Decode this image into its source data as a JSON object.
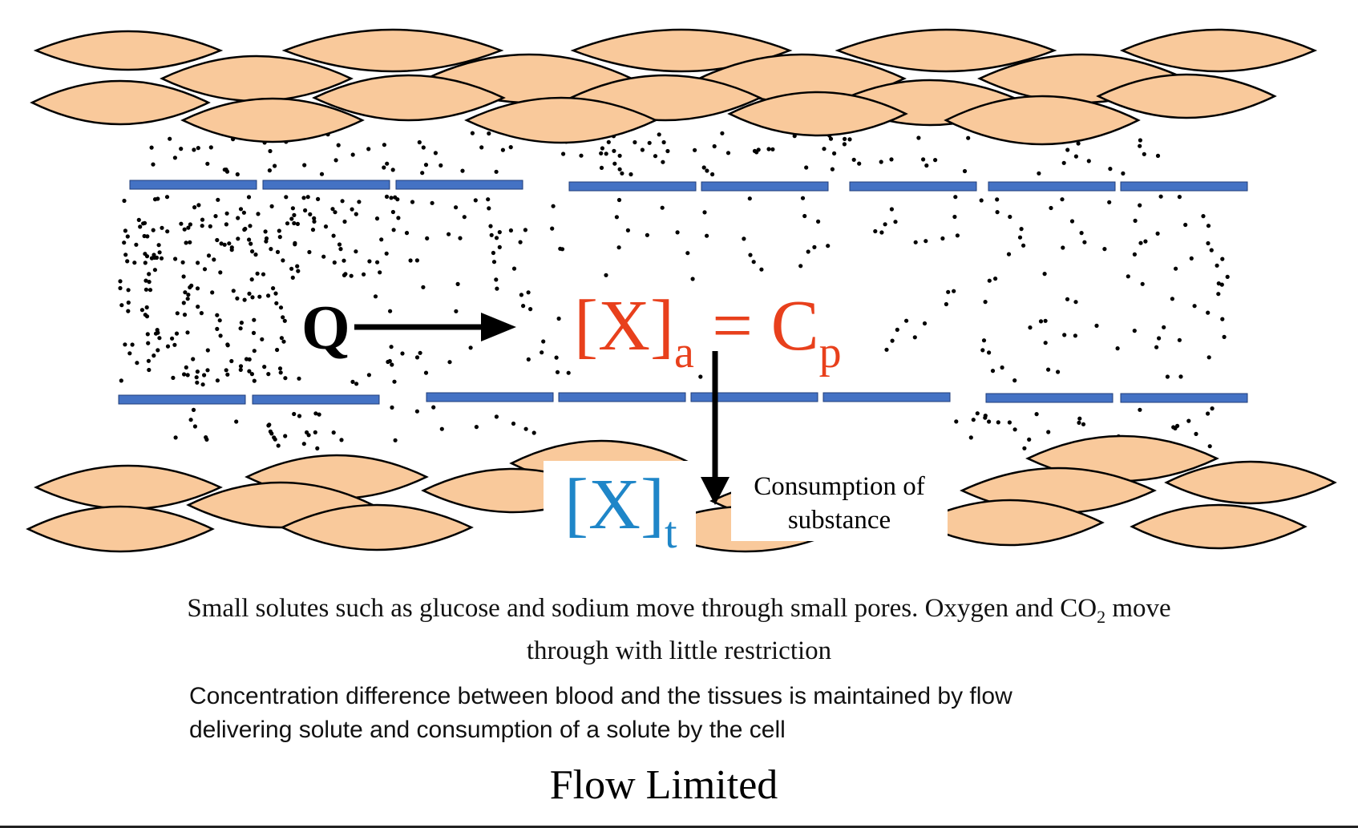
{
  "diagram": {
    "flow_label": "Q",
    "arterial_concentration": {
      "main": "[X]",
      "subscript": "a",
      "equals": " = ",
      "rhs_main": "C",
      "rhs_subscript": "p"
    },
    "tissue_concentration": {
      "main": "[X]",
      "subscript": "t"
    },
    "consumption_label_line1": "Consumption of",
    "consumption_label_line2": "substance",
    "colors": {
      "cell_fill": "#f9c99b",
      "pore_wall": "#4472c4",
      "arterial_text": "#e8401c",
      "tissue_text": "#1f86c8",
      "solute_dot": "#000000"
    }
  },
  "caption_pores": {
    "text_before": "Small solutes such as glucose and sodium move through small pores. Oxygen and CO",
    "subscript": "2",
    "text_after": " move through with little restriction"
  },
  "caption_concentration": {
    "line1": "Concentration difference between blood and the tissues is maintained by flow",
    "line2": "delivering solute and consumption of a solute by the cell"
  },
  "title": "Flow Limited"
}
